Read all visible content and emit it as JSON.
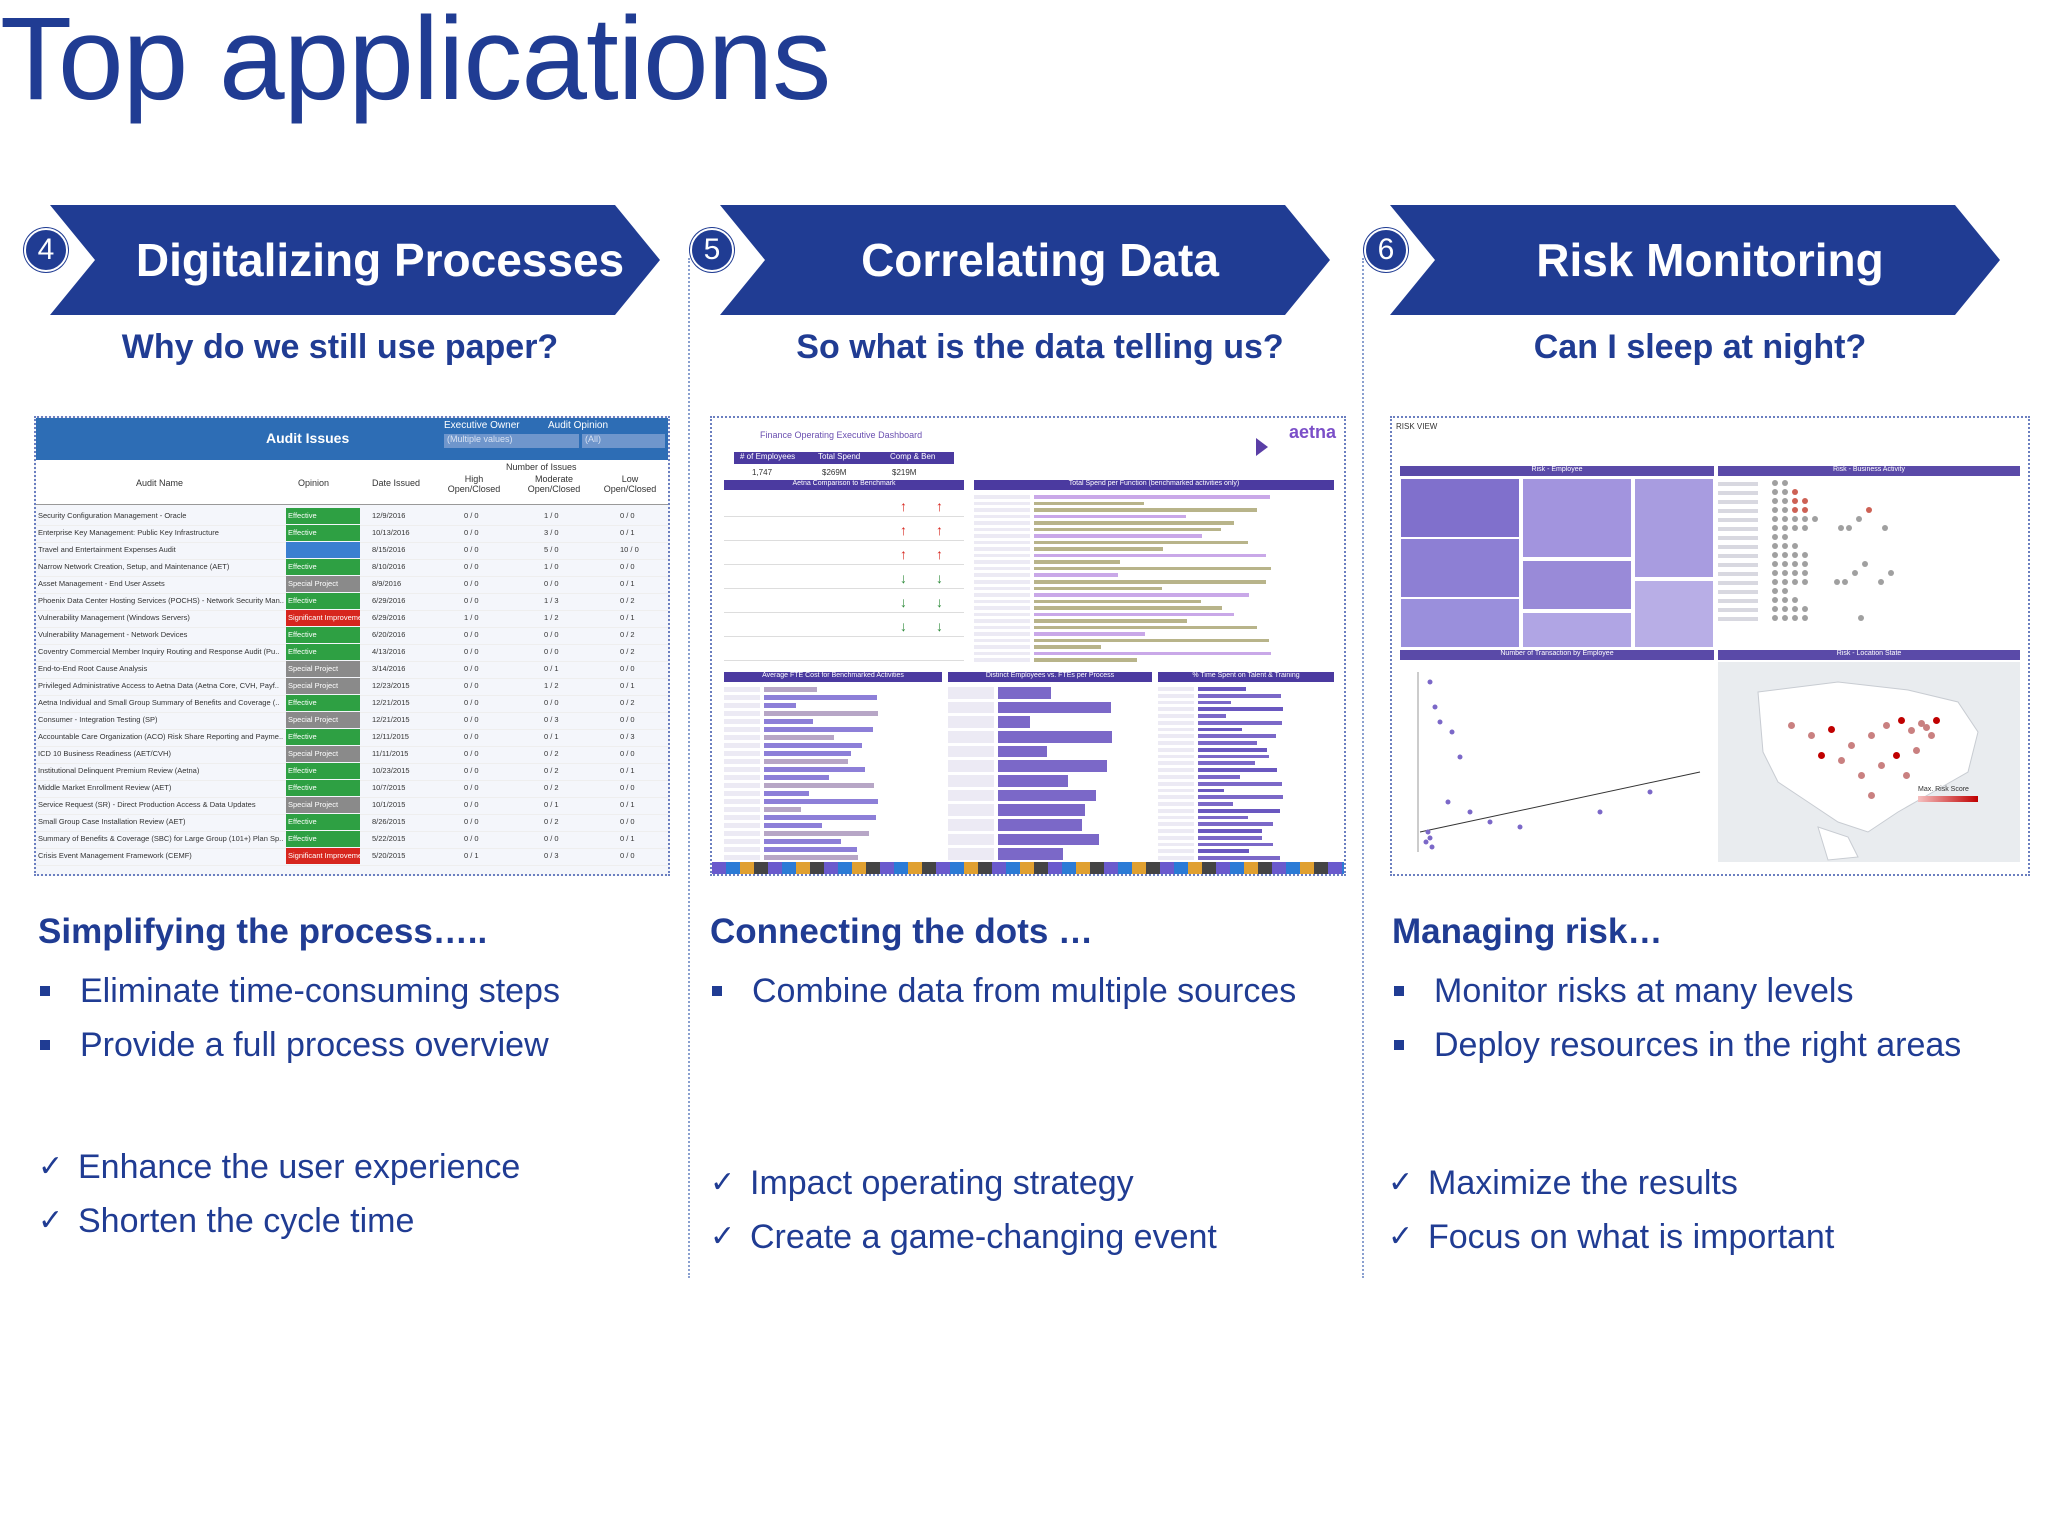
{
  "title": "Top applications",
  "columns": [
    {
      "number": "4",
      "banner": "Digitalizing Processes",
      "question": "Why do we still use paper?",
      "screenshot": {
        "header": "Audit Issues",
        "filter1_label": "Executive Owner",
        "filter1_value": "(Multiple values)",
        "filter2_label": "Audit Opinion",
        "filter2_value": "(All)",
        "col_name": "Audit Name",
        "col_opinion": "Opinion",
        "col_date": "Date Issued",
        "col_group": "Number of Issues",
        "col_high": "High Open/Closed",
        "col_moderate": "Moderate Open/Closed",
        "col_low": "Low Open/Closed",
        "rows": [
          {
            "name": "Security Configuration Management - Oracle",
            "opinion": "Effective",
            "status": "green",
            "date": "12/9/2016",
            "high": "0 / 0",
            "mod": "1 / 0",
            "low": "0 / 0"
          },
          {
            "name": "Enterprise Key Management: Public Key Infrastructure",
            "opinion": "Effective",
            "status": "green",
            "date": "10/13/2016",
            "high": "0 / 0",
            "mod": "3 / 0",
            "low": "0 / 1"
          },
          {
            "name": "Travel and Entertainment Expenses Audit",
            "opinion": "",
            "status": "blue",
            "date": "8/15/2016",
            "high": "0 / 0",
            "mod": "5 / 0",
            "low": "10 / 0"
          },
          {
            "name": "Narrow Network Creation, Setup, and Maintenance (AET)",
            "opinion": "Effective",
            "status": "green",
            "date": "8/10/2016",
            "high": "0 / 0",
            "mod": "1 / 0",
            "low": "0 / 0"
          },
          {
            "name": "Asset Management - End User Assets",
            "opinion": "Special Project",
            "status": "gray",
            "date": "8/9/2016",
            "high": "0 / 0",
            "mod": "0 / 0",
            "low": "0 / 1"
          },
          {
            "name": "Phoenix Data Center Hosting Services (POCHS) - Network Security Man..",
            "opinion": "Effective",
            "status": "green",
            "date": "6/29/2016",
            "high": "0 / 0",
            "mod": "1 / 3",
            "low": "0 / 2"
          },
          {
            "name": "Vulnerability Management (Windows Servers)",
            "opinion": "Significant Improveme",
            "status": "red",
            "date": "6/29/2016",
            "high": "1 / 0",
            "mod": "1 / 2",
            "low": "0 / 1"
          },
          {
            "name": "Vulnerability Management - Network Devices",
            "opinion": "Effective",
            "status": "green",
            "date": "6/20/2016",
            "high": "0 / 0",
            "mod": "0 / 0",
            "low": "0 / 2"
          },
          {
            "name": "Coventry Commercial Member Inquiry Routing and Response Audit (Pu..",
            "opinion": "Effective",
            "status": "green",
            "date": "4/13/2016",
            "high": "0 / 0",
            "mod": "0 / 0",
            "low": "0 / 2"
          },
          {
            "name": "End-to-End Root Cause Analysis",
            "opinion": "Special Project",
            "status": "gray",
            "date": "3/14/2016",
            "high": "0 / 0",
            "mod": "0 / 1",
            "low": "0 / 0"
          },
          {
            "name": "Privileged Administrative Access to Aetna Data (Aetna Core, CVH, Payf..",
            "opinion": "Special Project",
            "status": "gray",
            "date": "12/23/2015",
            "high": "0 / 0",
            "mod": "1 / 2",
            "low": "0 / 1"
          },
          {
            "name": "Aetna Individual and Small Group Summary of Benefits and Coverage (..",
            "opinion": "Effective",
            "status": "green",
            "date": "12/21/2015",
            "high": "0 / 0",
            "mod": "0 / 0",
            "low": "0 / 2"
          },
          {
            "name": "Consumer - Integration Testing (SP)",
            "opinion": "Special Project",
            "status": "gray",
            "date": "12/21/2015",
            "high": "0 / 0",
            "mod": "0 / 3",
            "low": "0 / 0"
          },
          {
            "name": "Accountable Care Organization (ACO) Risk Share Reporting and Payme..",
            "opinion": "Effective",
            "status": "green",
            "date": "12/11/2015",
            "high": "0 / 0",
            "mod": "0 / 1",
            "low": "0 / 3"
          },
          {
            "name": "ICD 10 Business Readiness (AET/CVH)",
            "opinion": "Special Project",
            "status": "gray",
            "date": "11/11/2015",
            "high": "0 / 0",
            "mod": "0 / 2",
            "low": "0 / 0"
          },
          {
            "name": "Institutional Delinquent Premium Review (Aetna)",
            "opinion": "Effective",
            "status": "green",
            "date": "10/23/2015",
            "high": "0 / 0",
            "mod": "0 / 2",
            "low": "0 / 1"
          },
          {
            "name": "Middle Market Enrollment Review (AET)",
            "opinion": "Effective",
            "status": "green",
            "date": "10/7/2015",
            "high": "0 / 0",
            "mod": "0 / 2",
            "low": "0 / 0"
          },
          {
            "name": "Service Request (SR) - Direct Production Access & Data Updates",
            "opinion": "Special Project",
            "status": "gray",
            "date": "10/1/2015",
            "high": "0 / 0",
            "mod": "0 / 1",
            "low": "0 / 1"
          },
          {
            "name": "Small Group Case Installation Review (AET)",
            "opinion": "Effective",
            "status": "green",
            "date": "8/26/2015",
            "high": "0 / 0",
            "mod": "0 / 2",
            "low": "0 / 0"
          },
          {
            "name": "Summary of Benefits & Coverage (SBC) for Large Group (101+) Plan Sp..",
            "opinion": "Effective",
            "status": "green",
            "date": "5/22/2015",
            "high": "0 / 0",
            "mod": "0 / 0",
            "low": "0 / 1"
          },
          {
            "name": "Crisis Event Management Framework (CEMF)",
            "opinion": "Significant Improveme",
            "status": "red",
            "date": "5/20/2015",
            "high": "0 / 1",
            "mod": "0 / 3",
            "low": "0 / 0"
          }
        ]
      },
      "heading": "Simplifying the process…..",
      "bullets": [
        "Eliminate time-consuming steps",
        "Provide a full process overview"
      ],
      "checks": [
        "Enhance the user experience",
        "Shorten the cycle time"
      ]
    },
    {
      "number": "5",
      "banner": "Correlating Data",
      "question": "So what is the data telling us?",
      "screenshot": {
        "title": "Finance Operating Executive Dashboard",
        "logo": "aetna",
        "kpi1_label": "# of Employees",
        "kpi1_value": "1,747",
        "kpi2_label": "Total Spend",
        "kpi2_value": "$269M",
        "kpi3_label": "Comp & Ben",
        "kpi3_value": "$219M",
        "panel1": "Aetna Comparison to Benchmark",
        "panel2": "Total Spend per Function (benchmarked activities only)",
        "panel3": "Average FTE Cost for Benchmarked Activities",
        "panel4": "Distinct Employees vs. FTEs per Process",
        "panel5": "% Time Spent on Talent & Training"
      },
      "heading": "Connecting the dots …",
      "bullets": [
        "Combine data from multiple sources"
      ],
      "checks": [
        "Impact operating strategy",
        "Create a game-changing event"
      ]
    },
    {
      "number": "6",
      "banner": "Risk Monitoring",
      "question": "Can I sleep at night?",
      "screenshot": {
        "title": "RISK VIEW",
        "panel1": "Risk - Employee",
        "panel2": "Risk - Business Activity",
        "panel3": "Number of Transaction by Employee",
        "panel4": "Risk - Location State",
        "legend": "Max. Risk Score"
      },
      "heading": "Managing risk…",
      "bullets": [
        "Monitor risks at many levels",
        "Deploy resources in the right areas"
      ],
      "checks": [
        "Maximize the results",
        "Focus on what is important"
      ]
    }
  ],
  "colors": {
    "brand": "#203c93",
    "purple": "#7b68c8",
    "green": "#2ea043",
    "red": "#d7261e",
    "gray": "#8a8a8a",
    "blue": "#3b7fd0"
  },
  "icons": [
    "checkmark-icon",
    "square-bullet-icon",
    "chevron-banner-shape"
  ]
}
